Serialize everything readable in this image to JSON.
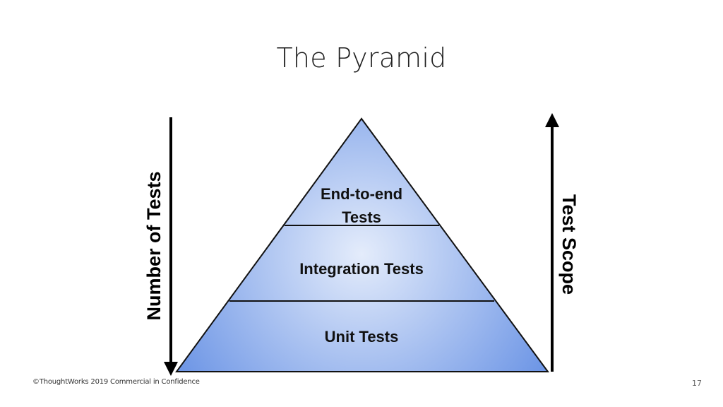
{
  "slide": {
    "title": "The Pyramid",
    "footer": "©ThoughtWorks 2019 Commercial in Confidence",
    "page_number": "17"
  },
  "diagram": {
    "tiers": [
      {
        "line1": "End-to-end",
        "line2": "Tests"
      },
      {
        "line1": "Integration Tests"
      },
      {
        "line1": "Unit Tests"
      }
    ],
    "left_axis": {
      "label": "Number of Tests",
      "direction": "down"
    },
    "right_axis": {
      "label": "Test Scope",
      "direction": "up"
    },
    "colors": {
      "fill_center": "#e4ecfb",
      "fill_edge": "#6f97e6",
      "outline": "#111111"
    }
  }
}
